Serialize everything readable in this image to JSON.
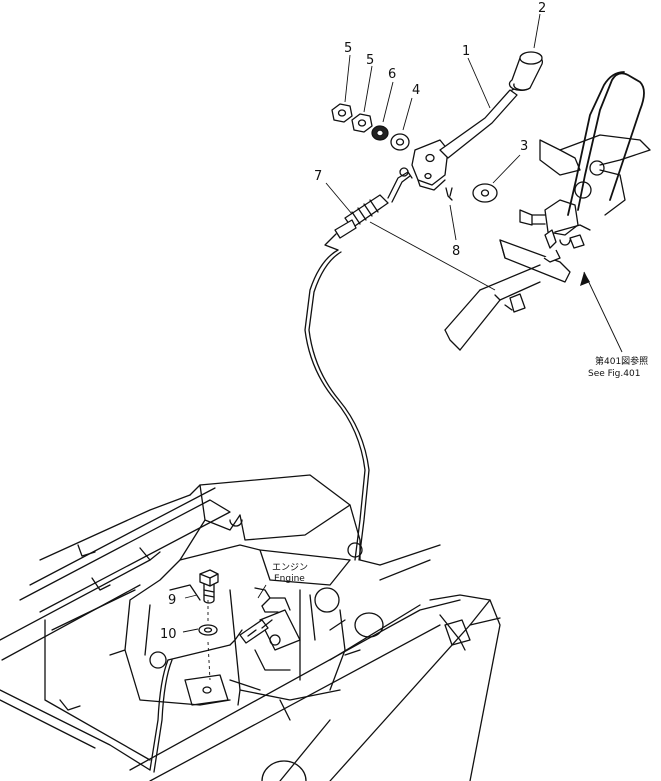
{
  "callouts": {
    "c1": "1",
    "c2": "2",
    "c3": "3",
    "c4": "4",
    "c5a": "5",
    "c5b": "5",
    "c6": "6",
    "c7": "7",
    "c8": "8",
    "c9": "9",
    "c10": "10"
  },
  "notes": {
    "engine_jp": "エンジン",
    "engine_en": "Engine",
    "see_fig_jp": "第401図参照",
    "see_fig_en": "See Fig.401"
  }
}
